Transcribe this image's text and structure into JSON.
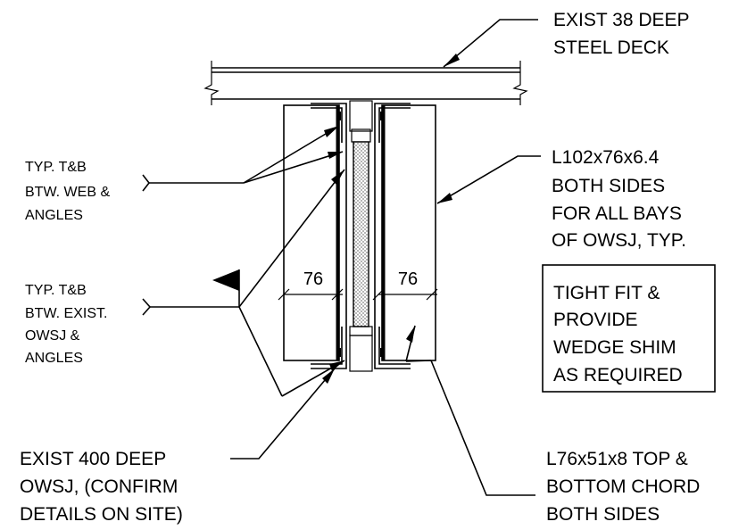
{
  "labels": {
    "deck": [
      "EXIST 38 DEEP",
      "STEEL DECK"
    ],
    "angle": [
      "L102x76x6.4",
      "BOTH SIDES",
      "FOR ALL BAYS",
      "OF OWSJ, TYP."
    ],
    "note": [
      "TIGHT FIT &",
      "PROVIDE",
      "WEDGE SHIM",
      "AS REQUIRED"
    ],
    "weld_web": [
      "TYP. T&B",
      "BTW. WEB &",
      "ANGLES"
    ],
    "weld_owsj": [
      "TYP. T&B",
      "BTW. EXIST.",
      "OWSJ &",
      "ANGLES"
    ],
    "owsj": [
      "EXIST 400 DEEP",
      "OWSJ, (CONFIRM",
      "DETAILS ON SITE)"
    ],
    "chord": [
      "L76x51x8 TOP &",
      "BOTTOM CHORD",
      "BOTH SIDES"
    ]
  },
  "dimensions": {
    "left": "76",
    "right": "76"
  }
}
